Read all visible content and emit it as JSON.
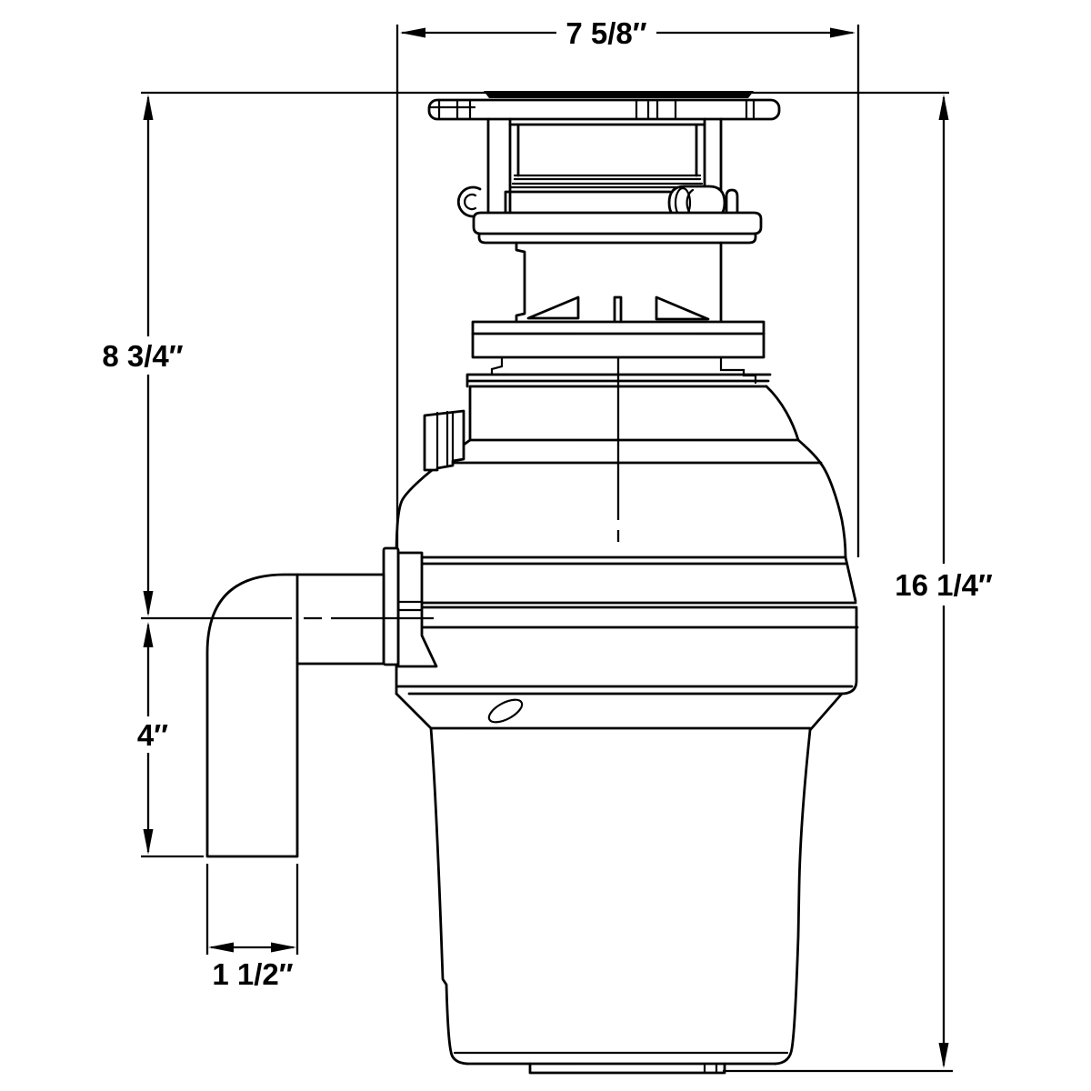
{
  "page": {
    "background": "#ffffff",
    "line_color": "#000000",
    "text_color": "#000000"
  },
  "drawing": {
    "type": "technical-dimension-diagram",
    "subject": "Garbage disposal unit side elevation with mounting flange and discharge elbow",
    "labels": {
      "overall_width": "7 5/8″",
      "upper_height": "8 3/4″",
      "total_height": "16 1/4″",
      "discharge_drop": "4″",
      "outlet_width": "1 1/2″"
    }
  }
}
